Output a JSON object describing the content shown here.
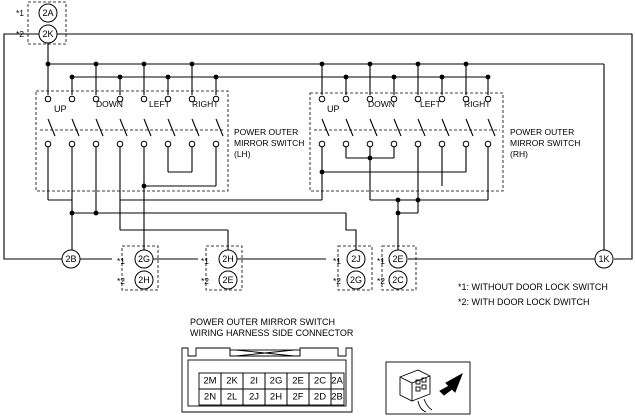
{
  "connector_top": {
    "option1": "*1",
    "option2": "*2",
    "pin1": "2A",
    "pin2": "2K"
  },
  "connectors": {
    "c2B": "2B",
    "c2G_2H": {
      "option1": "*1",
      "option2": "*2",
      "pin1": "2G",
      "pin2": "2H"
    },
    "c2H_2E": {
      "option1": "*1",
      "option2": "*2",
      "pin1": "2H",
      "pin2": "2E"
    },
    "c2J_2G": {
      "option1": "*1",
      "option2": "*2",
      "pin1": "2J",
      "pin2": "2G"
    },
    "c2E_2C": {
      "option1": "*1",
      "option2": "*2",
      "pin1": "2E",
      "pin2": "2C"
    },
    "c1K": "1K"
  },
  "switch_lh": {
    "title_line1": "POWER OUTER",
    "title_line2": "MIRROR SWITCH",
    "title_line3": "(LH)",
    "up": "UP",
    "down": "DOWN",
    "left": "LEFT",
    "right": "RIGHT"
  },
  "switch_rh": {
    "title_line1": "POWER OUTER",
    "title_line2": "MIRROR SWITCH",
    "title_line3": "(RH)",
    "up": "UP",
    "down": "DOWN",
    "left": "LEFT",
    "right": "RIGHT"
  },
  "notes": {
    "note1": "*1: WITHOUT DOOR LOCK SWITCH",
    "note2": "*2: WITH DOOR LOCK DWITCH"
  },
  "harness": {
    "title_line1": "POWER OUTER MIRROR SWITCH",
    "title_line2": "WIRING HARNESS SIDE CONNECTOR",
    "row1": [
      "2M",
      "2K",
      "2I",
      "2G",
      "2E",
      "2C",
      "2A"
    ],
    "row2": [
      "2N",
      "2L",
      "2J",
      "2H",
      "2F",
      "2D",
      "2B"
    ]
  }
}
